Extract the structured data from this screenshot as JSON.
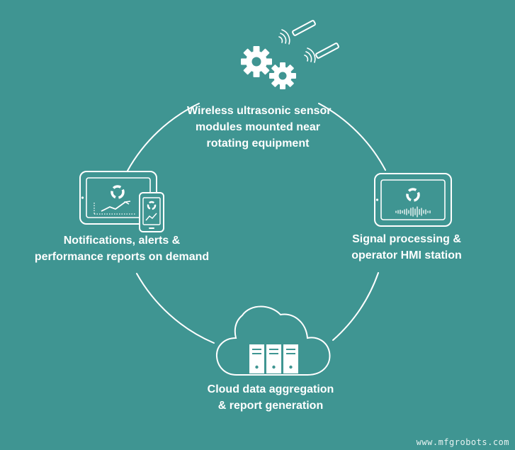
{
  "diagram": {
    "background_color": "#3f9592",
    "line_color": "#ffffff",
    "nodes": [
      {
        "id": "sensors",
        "icon": "gears-with-wireless-sensors-icon",
        "lines": [
          "Wireless ultrasonic sensor",
          "modules mounted near",
          "rotating equipment"
        ]
      },
      {
        "id": "signal",
        "icon": "hmi-tablet-icon",
        "lines": [
          "Signal processing &",
          "operator HMI station"
        ]
      },
      {
        "id": "cloud",
        "icon": "cloud-server-icon",
        "lines": [
          "Cloud data aggregation",
          "& report generation"
        ]
      },
      {
        "id": "notifications",
        "icon": "devices-reports-icon",
        "lines": [
          "Notifications, alerts &",
          "performance reports on demand"
        ]
      }
    ]
  },
  "watermark": "www.mfgrobots.com"
}
